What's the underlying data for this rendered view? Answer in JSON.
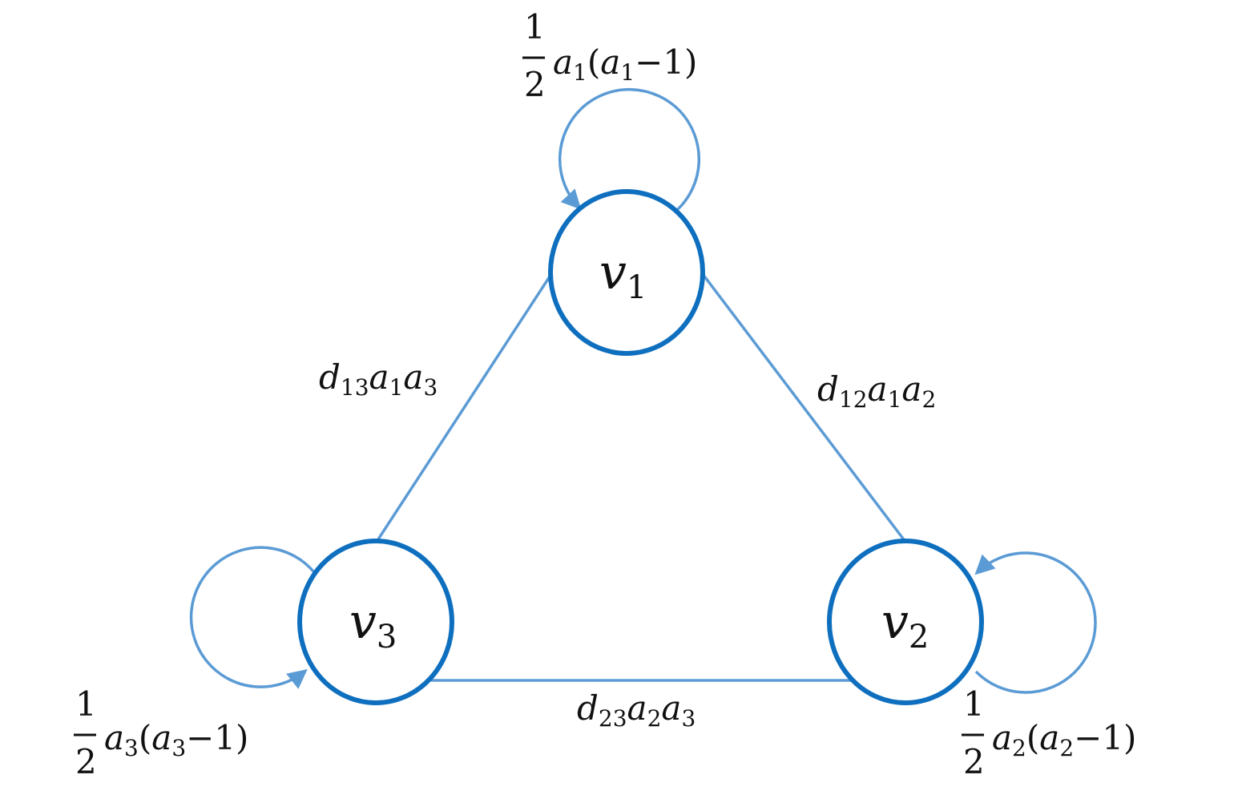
{
  "colors": {
    "node_stroke": "#0f6fbf",
    "edge_stroke": "#5b9bd5",
    "text": "#111111"
  },
  "nodes": {
    "v1": {
      "base": "v",
      "sub": "1"
    },
    "v2": {
      "base": "v",
      "sub": "2"
    },
    "v3": {
      "base": "v",
      "sub": "3"
    }
  },
  "edges": {
    "e12": {
      "d": "d",
      "d_sub": "12",
      "a1": "a",
      "a1_sub": "1",
      "a2": "a",
      "a2_sub": "2"
    },
    "e13": {
      "d": "d",
      "d_sub": "13",
      "a1": "a",
      "a1_sub": "1",
      "a2": "a",
      "a2_sub": "3"
    },
    "e23": {
      "d": "d",
      "d_sub": "23",
      "a1": "a",
      "a1_sub": "2",
      "a2": "a",
      "a2_sub": "3"
    }
  },
  "loops": {
    "l1": {
      "num": "1",
      "den": "2",
      "a": "a",
      "sub": "1",
      "open": "(",
      "minus": "−1)"
    },
    "l2": {
      "num": "1",
      "den": "2",
      "a": "a",
      "sub": "2",
      "open": "(",
      "minus": "−1)"
    },
    "l3": {
      "num": "1",
      "den": "2",
      "a": "a",
      "sub": "3",
      "open": "(",
      "minus": "−1)"
    }
  }
}
